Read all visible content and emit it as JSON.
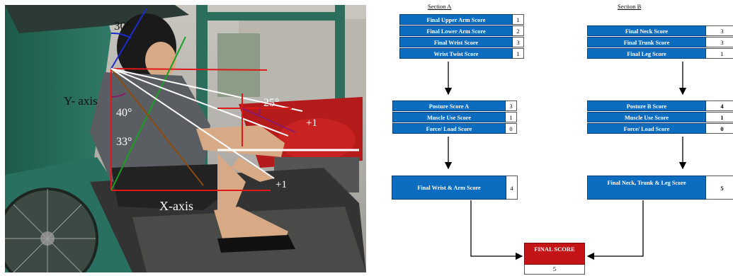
{
  "photo": {
    "labels": {
      "angle_top": "30°",
      "y_axis": "Y- axis",
      "angle_mid": "40°",
      "angle_low": "33°",
      "angle_arm": "25°",
      "plus_upper": "+1",
      "plus_lower": "+1",
      "x_axis": "X-axis"
    }
  },
  "section_a": {
    "title": "Section A",
    "group1": [
      {
        "label": "Final Upper Arm Score",
        "value": "1"
      },
      {
        "label": "Final Lower Arm Score",
        "value": "2"
      },
      {
        "label": "Final Wrist Score",
        "value": "3"
      },
      {
        "label": "Wrist Twist Score",
        "value": "1"
      }
    ],
    "group2": [
      {
        "label": "Posture Score A",
        "value": "3"
      },
      {
        "label": "Muscle Use Score",
        "value": "1"
      },
      {
        "label": "Force/ Load Score",
        "value": "0"
      }
    ],
    "result": {
      "label": "Final Wrist & Arm Score",
      "value": "4"
    }
  },
  "section_b": {
    "title": "Section B",
    "group1": [
      {
        "label": "Final Neck Score",
        "value": "3"
      },
      {
        "label": "Final Trunk Score",
        "value": "3"
      },
      {
        "label": "Final Leg Score",
        "value": "1"
      }
    ],
    "group2": [
      {
        "label": "Posture B Score",
        "value": "4"
      },
      {
        "label": "Muscle Use Score",
        "value": "1"
      },
      {
        "label": "Force/ Load Score",
        "value": "0"
      }
    ],
    "result": {
      "label": "Final Neck, Trunk & Leg Score",
      "value": "5"
    }
  },
  "final": {
    "label": "FINAL SCORE",
    "value": "5"
  },
  "colors": {
    "score_box": "#0c6cc0",
    "final_box": "#c41418"
  }
}
